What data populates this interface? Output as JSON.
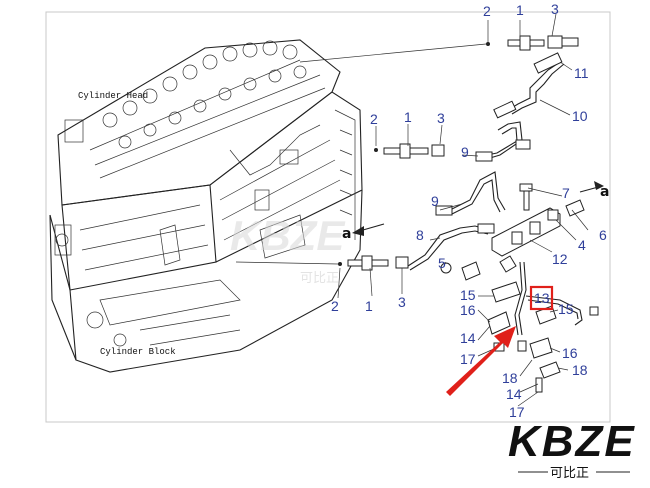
{
  "labels": {
    "cylinder_head": "Cylinder Head",
    "cylinder_block": "Cylinder Block",
    "direction_a": "a"
  },
  "callouts": {
    "top_2": "2",
    "top_1": "1",
    "top_3": "3",
    "c11": "11",
    "c10": "10",
    "mid_2": "2",
    "mid_1": "1",
    "mid_3": "3",
    "c9a": "9",
    "c7": "7",
    "c9b": "9",
    "c8": "8",
    "c6": "6",
    "c4": "4",
    "c12": "12",
    "c5": "5",
    "bot_2": "2",
    "bot_1": "1",
    "bot_3": "3",
    "c15a": "15",
    "c16a": "16",
    "c13": "13",
    "c15b": "15",
    "c14a": "14",
    "c17a": "17",
    "c16b": "16",
    "c18a": "18",
    "c18b": "18",
    "c14b": "14",
    "c17b": "17"
  },
  "watermark": {
    "text": "KBZE",
    "sub": "可比正"
  },
  "logo": {
    "text": "KBZE",
    "sub": "可比正"
  },
  "colors": {
    "callout": "#2f3f9a",
    "highlight": "#e0201a",
    "ink": "#222222"
  }
}
